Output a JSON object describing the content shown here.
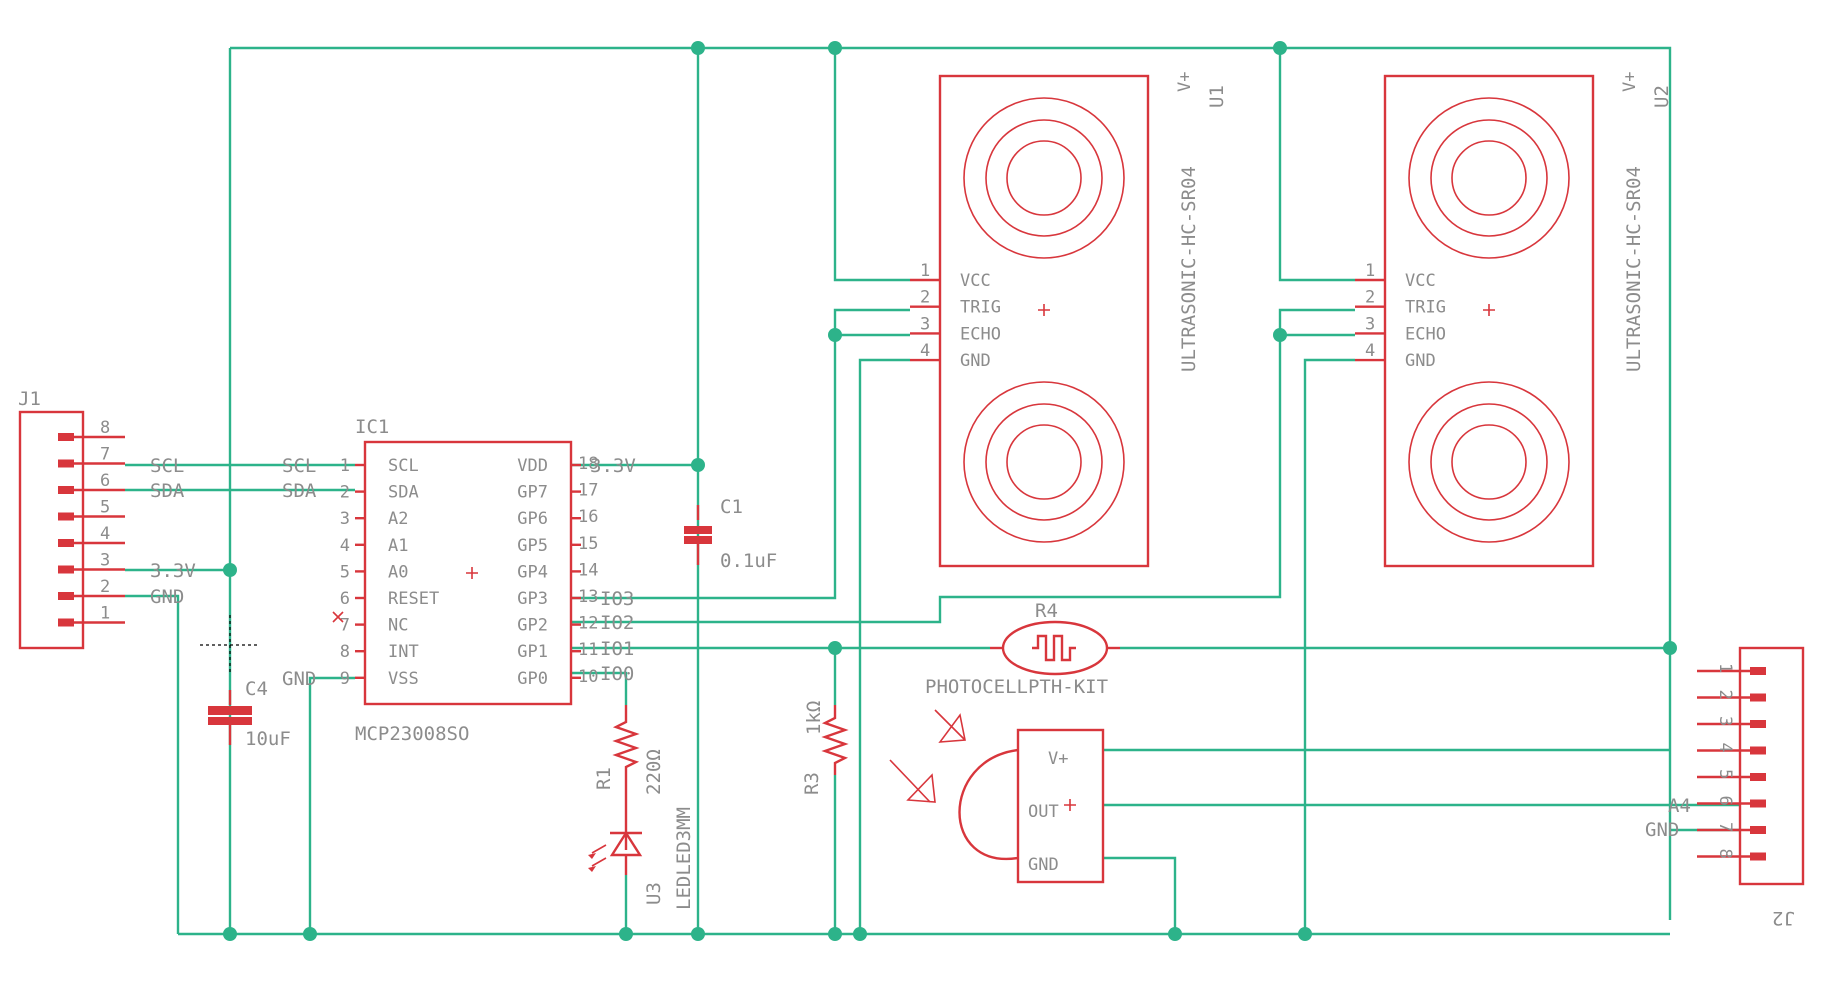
{
  "colors": {
    "wire": "#2db38a",
    "part": "#d8363c",
    "text": "#8c8c8c"
  },
  "j1": {
    "ref": "J1",
    "pins": [
      "8",
      "7",
      "6",
      "5",
      "4",
      "3",
      "2",
      "1"
    ]
  },
  "j2": {
    "ref": "J2",
    "pins": [
      "1",
      "2",
      "3",
      "4",
      "5",
      "6",
      "7",
      "8"
    ]
  },
  "nets": {
    "scl": "SCL",
    "sda": "SDA",
    "v33": "3.3V",
    "gnd": "GND",
    "io0": "IO0",
    "io1": "IO1",
    "io2": "IO2",
    "io3": "IO3",
    "a4": "A4"
  },
  "ic1": {
    "ref": "IC1",
    "value": "MCP23008SO",
    "left": [
      {
        "num": "1",
        "name": "SCL"
      },
      {
        "num": "2",
        "name": "SDA"
      },
      {
        "num": "3",
        "name": "A2"
      },
      {
        "num": "4",
        "name": "A1"
      },
      {
        "num": "5",
        "name": "A0"
      },
      {
        "num": "6",
        "name": "RESET"
      },
      {
        "num": "7",
        "name": "NC"
      },
      {
        "num": "8",
        "name": "INT"
      },
      {
        "num": "9",
        "name": "VSS"
      }
    ],
    "right": [
      {
        "num": "18",
        "name": "VDD"
      },
      {
        "num": "17",
        "name": "GP7"
      },
      {
        "num": "16",
        "name": "GP6"
      },
      {
        "num": "15",
        "name": "GP5"
      },
      {
        "num": "14",
        "name": "GP4"
      },
      {
        "num": "13",
        "name": "GP3"
      },
      {
        "num": "12",
        "name": "GP2"
      },
      {
        "num": "11",
        "name": "GP1"
      },
      {
        "num": "10",
        "name": "GP0"
      }
    ]
  },
  "c1": {
    "ref": "C1",
    "value": "0.1uF"
  },
  "c4": {
    "ref": "C4",
    "value": "10uF"
  },
  "r1": {
    "ref": "R1",
    "value": "220Ω"
  },
  "r3": {
    "ref": "R3",
    "value": "1kΩ"
  },
  "r4": {
    "ref": "R4",
    "value": "PHOTOCELLPTH-KIT"
  },
  "u3": {
    "ref": "U3",
    "value": "LEDLED3MM"
  },
  "u1": {
    "ref": "U1",
    "value": "ULTRASONIC-HC-SR04"
  },
  "u2": {
    "ref": "U2",
    "value": "ULTRASONIC-HC-SR04"
  },
  "us_pins": [
    {
      "num": "1",
      "name": "VCC"
    },
    {
      "num": "2",
      "name": "TRIG"
    },
    {
      "num": "3",
      "name": "ECHO"
    },
    {
      "num": "4",
      "name": "GND"
    }
  ],
  "sensor": {
    "pins": [
      "V+",
      "OUT",
      "GND"
    ]
  }
}
